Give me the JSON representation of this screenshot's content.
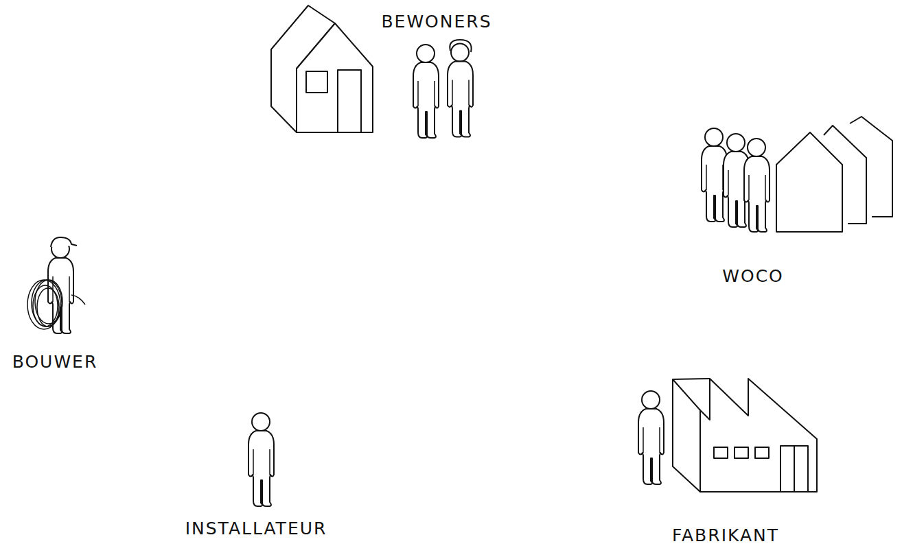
{
  "diagram": {
    "labels": [
      "BEWONERS",
      "WOCO",
      "BOUWER",
      "INSTALLATEUR",
      "FABRIKANT"
    ]
  }
}
